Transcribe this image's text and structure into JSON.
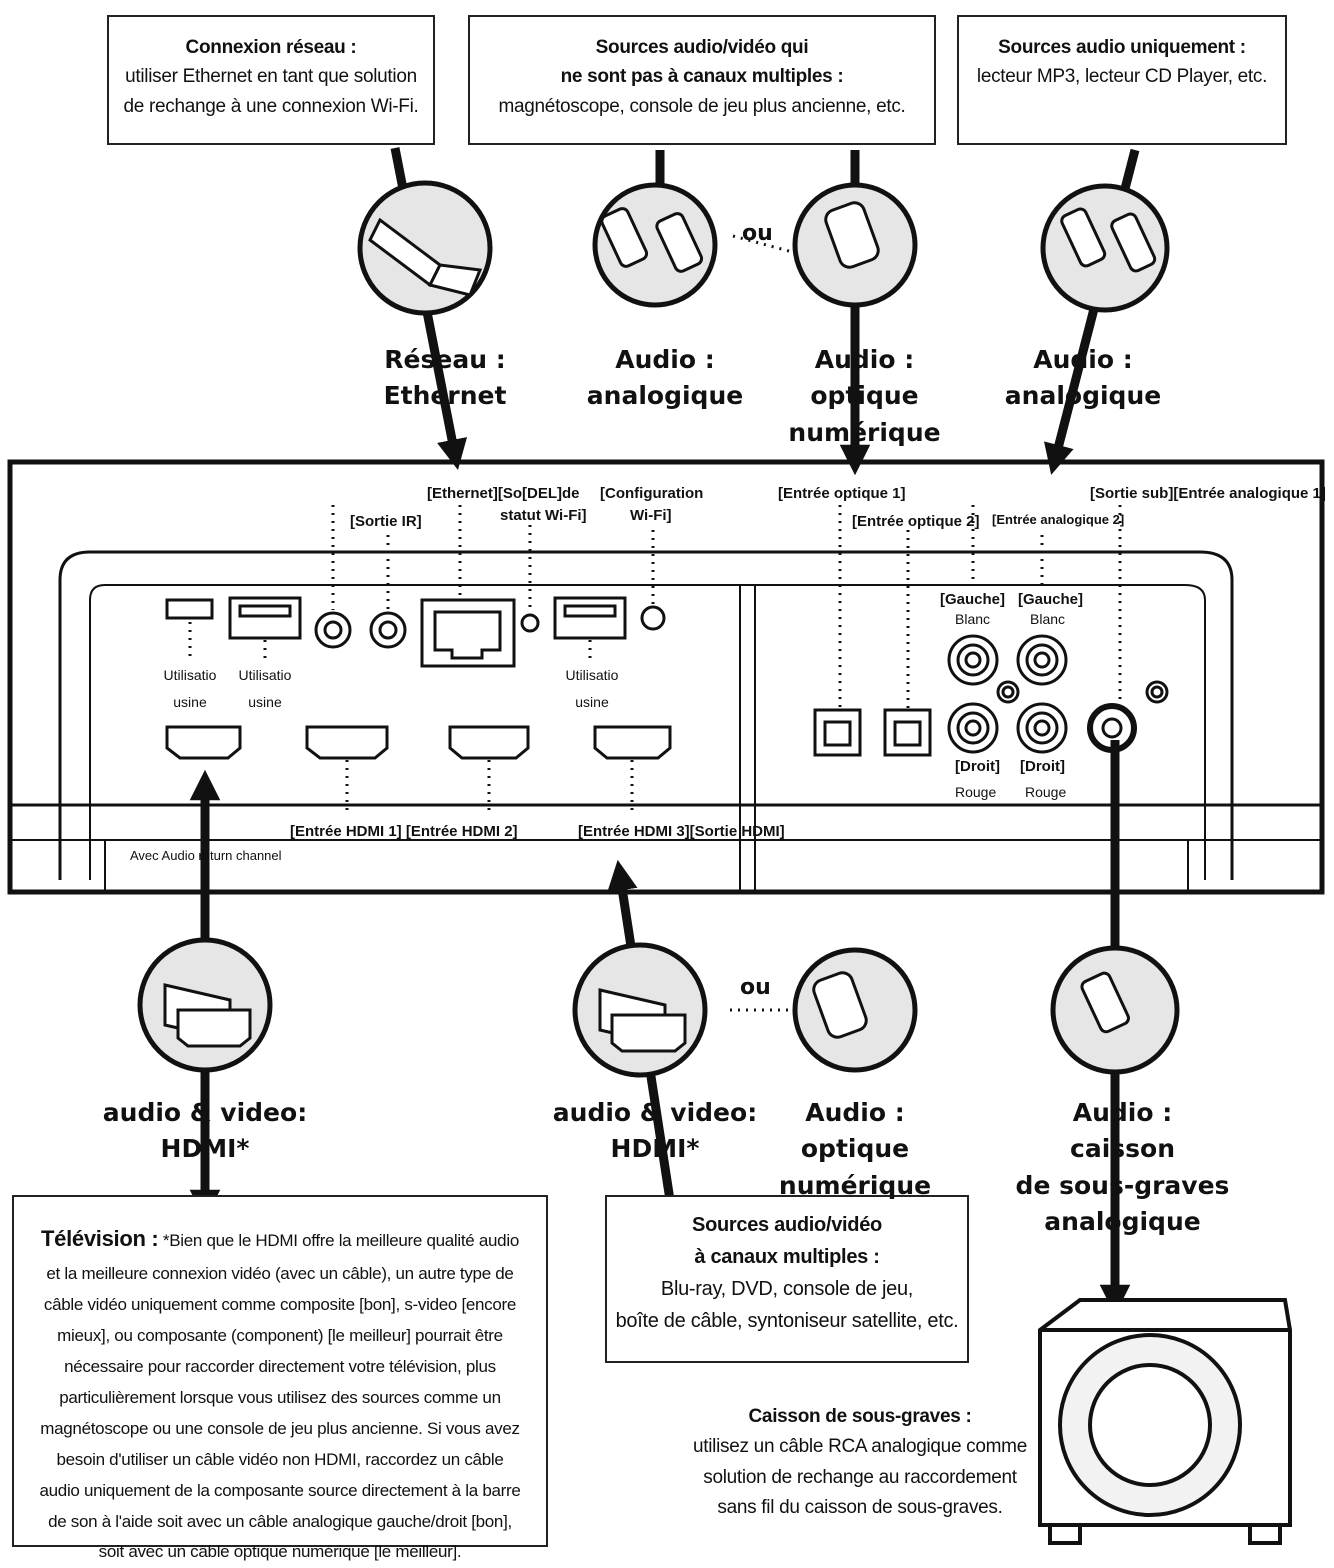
{
  "boxes": {
    "network": {
      "title": "Connexion réseau :",
      "line1": "utiliser Ethernet en tant que solution",
      "line2": "de rechange à une connexion Wi-Fi."
    },
    "non_multichannel": {
      "title1": "Sources audio/vidéo qui",
      "title2": "ne  sont pas à canaux multiples :",
      "line1": "magnétoscope, console de jeu plus ancienne, etc."
    },
    "audio_only": {
      "title": "Sources audio uniquement :",
      "line1": "lecteur MP3, lecteur CD Player, etc."
    },
    "tv": {
      "title": "Télévision :",
      "text": "*Bien que le HDMI offre la meilleure qualité audio et la meilleure connexion vidéo (avec un câble), un autre type de câble vidéo uniquement comme composite [bon], s-video [encore mieux], ou composante (component) [le meilleur] pourrait être nécessaire pour raccorder directement votre télévision, plus particulièrement lorsque vous utilisez des sources comme un magnétoscope ou une console de jeu plus ancienne. Si vous avez besoin d'utiliser un câble vidéo non HDMI, raccordez un câble audio uniquement de la composante source directement à la barre de son à l'aide soit avec un câble analogique gauche/droit [bon], soit avec un câble optique numérique [le meilleur]."
    },
    "multichannel": {
      "title1": "Sources audio/vidéo",
      "title2": "à canaux multiples :",
      "line1": "Blu-ray, DVD, console de jeu,",
      "line2": "boîte de câble, syntoniseur satellite, etc."
    },
    "subwoofer": {
      "title": "Caisson de sous-graves :",
      "line1": "utilisez un câble RCA analogique comme",
      "line2": "solution de rechange au raccordement",
      "line3": "sans fil du caisson de sous-graves."
    }
  },
  "connection_labels": {
    "network": [
      "Réseau :",
      "Ethernet"
    ],
    "analog_top": [
      "Audio :",
      "analogique"
    ],
    "optical_top": [
      "Audio :",
      "optique numérique"
    ],
    "analog_right": [
      "Audio :",
      "analogique"
    ],
    "hdmi_left": [
      "audio & video:",
      "HDMI*"
    ],
    "hdmi_mid": [
      "audio & video:",
      "HDMI*"
    ],
    "optical_bottom": [
      "Audio :",
      "optique numérique"
    ],
    "sub": [
      "Audio :",
      "caisson",
      "de sous-graves",
      "analogique"
    ],
    "ou_top": "ou",
    "ou_bottom": "ou"
  },
  "port_labels": {
    "sortie_ir": "[Sortie IR]",
    "ethernet": "[Ethernet][So[DEL]de",
    "statut_wifi": "statut Wi-Fi]",
    "config_wifi_1": "[Configuration",
    "config_wifi_2": "Wi-Fi]",
    "optique1": "[Entrée optique 1]",
    "optique2": "[Entrée optique 2]",
    "analog2": "[Entrée analogique 2]",
    "sortie_sub": "[Sortie sub][Entrée analogique 1]",
    "gauche": "[Gauche]",
    "blanc": "Blanc",
    "droit": "[Droit]",
    "rouge": "Rouge",
    "utilisation": "Utilisatio",
    "usine": "usine",
    "hdmi12": "[Entrée HDMI 1] [Entrée HDMI 2]",
    "hdmi3out": "[Entrée HDMI 3][Sortie HDMI]",
    "arc": "Avec Audio return channel"
  },
  "colors": {
    "line": "#111111",
    "panel": "#ffffff",
    "circle_fill": "#e6e6e6"
  }
}
